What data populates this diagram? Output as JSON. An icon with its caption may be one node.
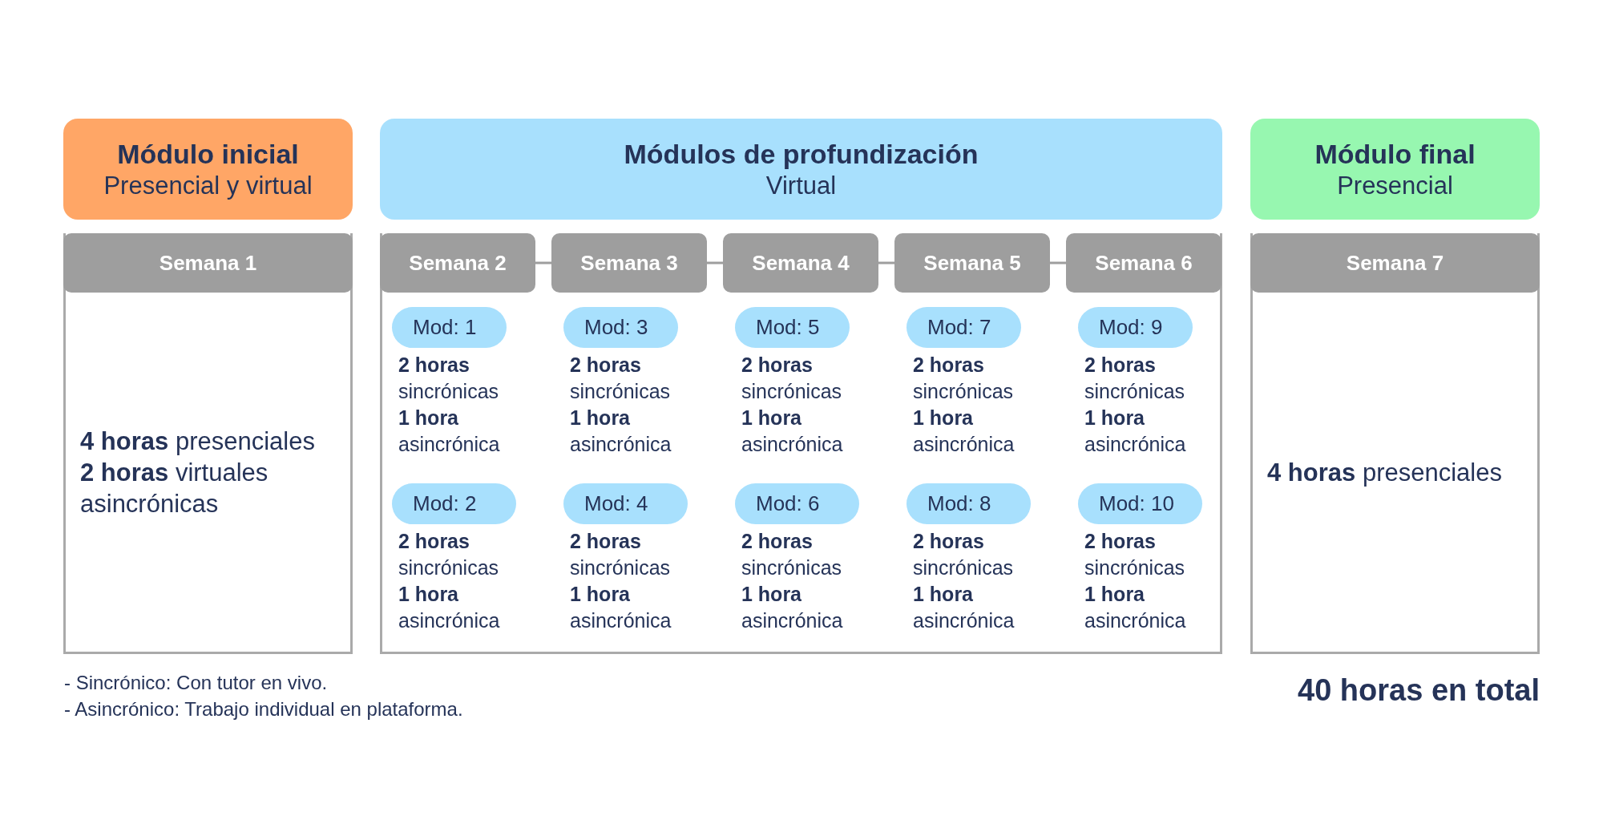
{
  "diagram": {
    "nodes": [
      {
        "text": [
          "Módulo inicial",
          "Presencial y virtual"
        ]
      },
      {
        "text": [
          "Módulos de profundización",
          "Virtual"
        ]
      },
      {
        "text": [
          "Módulo final",
          "Presencial"
        ]
      },
      {
        "text": [
          "Semana 1",
          "**4 horas** presenciales **2 horas** virtuales asincrónicas"
        ]
      },
      {
        "text": [],
        "shape": "box"
      },
      {
        "text": [
          "Semana 2"
        ],
        "in": 4
      },
      {
        "text": [
          "Semana 3"
        ],
        "in": 4
      },
      {
        "text": [
          "Semana 4"
        ],
        "in": 4
      },
      {
        "text": [
          "Semana 5"
        ],
        "in": 4
      },
      {
        "text": [
          "Semana 6"
        ],
        "in": 4
      },
      {
        "text": [
          "Mod: 1"
        ],
        "in": 4,
        "beside": [
          "**2 horas** sincrónicas",
          "**1 hora** asincrónica"
        ]
      },
      {
        "text": [
          "Mod: 2"
        ],
        "in": 4,
        "beside": [
          "**2 horas** sincrónicas",
          "**1 hora** asincrónica"
        ]
      },
      {
        "text": [
          "Mod: 3"
        ],
        "in": 4,
        "beside": [
          "**2 horas** sincrónicas",
          "**1 hora** asincrónica"
        ]
      },
      {
        "text": [
          "Mod: 4"
        ],
        "in": 4,
        "beside": [
          "**2 horas** sincrónicas",
          "**1 hora** asincrónica"
        ]
      },
      {
        "text": [
          "Mod: 5"
        ],
        "in": 4,
        "beside": [
          "**2 horas** sincrónicas",
          "**1 hora** asincrónica"
        ]
      },
      {
        "text": [
          "Mod: 6"
        ],
        "in": 4,
        "beside": [
          "**2 horas** sincrónicas",
          "**1 hora** asincrónica"
        ]
      },
      {
        "text": [
          "Mod: 7"
        ],
        "in": 4,
        "beside": [
          "**2 horas** sincrónicas",
          "**1 hora** asincrónica"
        ]
      },
      {
        "text": [
          "Mod: 8"
        ],
        "in": 4,
        "beside": [
          "**2 horas** sincrónicas",
          "**1 hora** asincrónica"
        ]
      },
      {
        "text": [
          "Mod: 9"
        ],
        "in": 4,
        "beside": [
          "**2 horas** sincrónicas",
          "**1 hora** asincrónica"
        ]
      },
      {
        "text": [
          "Mod: 10"
        ],
        "in": 4,
        "beside": [
          "**2 horas** sincrónicas",
          "**1 hora** asincrónica"
        ]
      },
      {
        "text": [
          "Semana 7",
          "**4 horas** presenciales"
        ]
      }
    ],
    "edges": [
      {
        "from": 5,
        "to": 6,
        "arrow": "none"
      },
      {
        "from": 6,
        "to": 7,
        "arrow": "none"
      },
      {
        "from": 7,
        "to": 8,
        "arrow": "none"
      },
      {
        "from": 8,
        "to": 9,
        "arrow": "none"
      }
    ],
    "labels": [
      "- Sincrónico: Con tutor en vivo.",
      "- Asincrónico: Trabajo individual en plataforma.",
      "40 horas en total"
    ]
  }
}
